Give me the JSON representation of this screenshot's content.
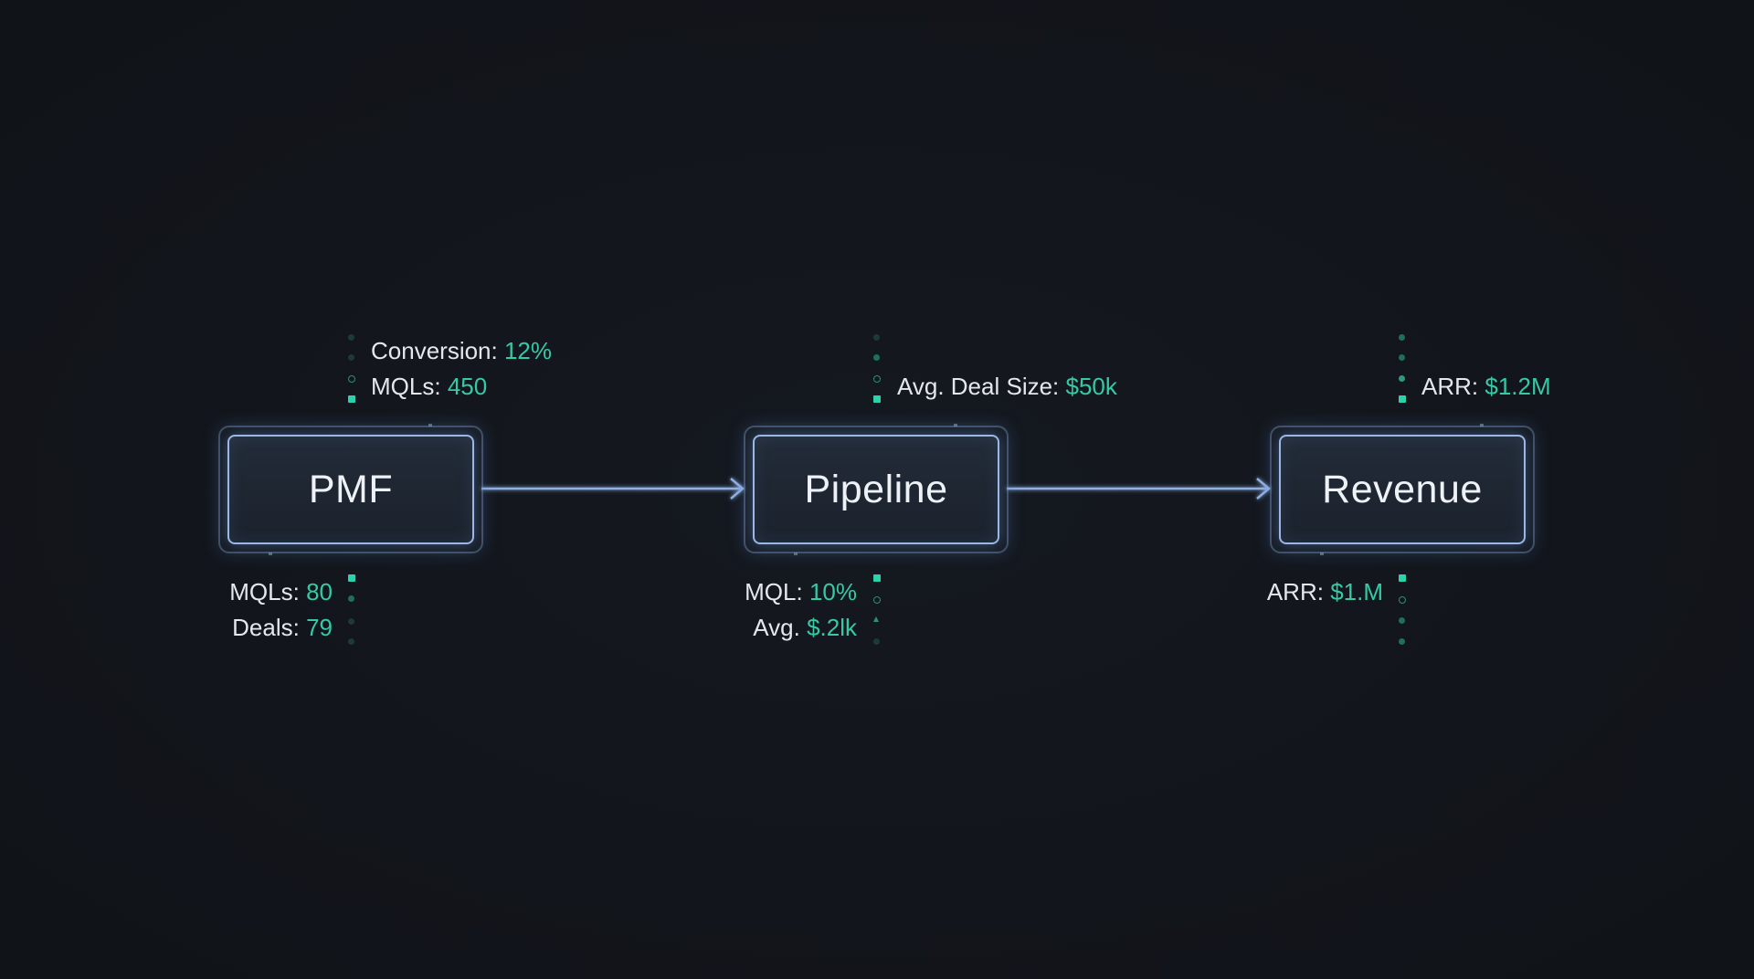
{
  "nodes": [
    {
      "label": "PMF"
    },
    {
      "label": "Pipeline"
    },
    {
      "label": "Revenue"
    }
  ],
  "pmf": {
    "top": {
      "conversion_label": "Conversion:",
      "conversion_value": "12%",
      "mqls_label": "MQLs:",
      "mqls_value": "450"
    },
    "bottom": {
      "mqls_label": "MQLs:",
      "mqls_value": "80",
      "deals_label": "Deals:",
      "deals_value": "79"
    }
  },
  "pipeline": {
    "top": {
      "deal_size_label": "Avg. Deal Size:",
      "deal_size_value": "$50k"
    },
    "bottom": {
      "mql_label": "MQL:",
      "mql_value": "10%",
      "avg_label": "Avg.",
      "avg_value": "$.2lk"
    }
  },
  "revenue": {
    "top": {
      "arr_label": "ARR:",
      "arr_value": "$1.2M"
    },
    "bottom": {
      "arr_label": "ARR:",
      "arr_value": "$1.M"
    }
  },
  "colors": {
    "background": "#12151c",
    "node_border": "#9bb7e6",
    "accent": "#35c9a6",
    "text": "#e4e8ee"
  }
}
